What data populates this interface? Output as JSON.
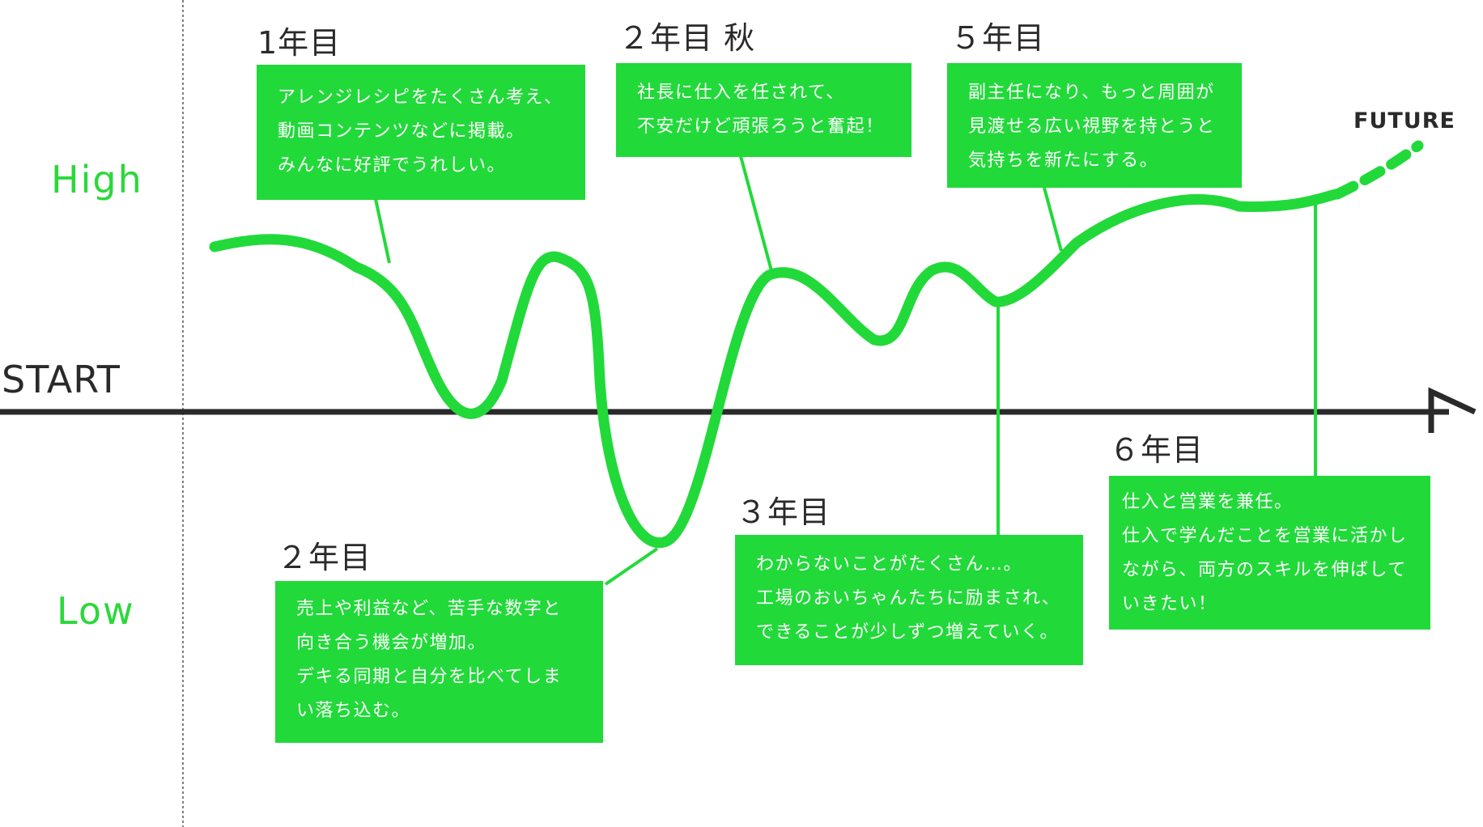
{
  "axis": {
    "high_label": "High",
    "low_label": "Low",
    "start_label": "START",
    "future_label": "FUTURE"
  },
  "colors": {
    "accent": "#22d93a",
    "axis": "#2a2a2a",
    "box_text": "#ffffff"
  },
  "milestones": [
    {
      "period": "1年目",
      "lines": [
        "アレンジレシピをたくさん考え、",
        "動画コンテンツなどに掲載。",
        "みんなに好評でうれしい。"
      ]
    },
    {
      "period": "２年目",
      "lines": [
        "売上や利益など、苦手な数字と",
        "向き合う機会が増加。",
        "デキる同期と自分を比べてしま",
        "い落ち込む。"
      ]
    },
    {
      "period": "２年目 秋",
      "lines": [
        "社長に仕入を任されて、",
        "不安だけど頑張ろうと奮起！"
      ]
    },
    {
      "period": "３年目",
      "lines": [
        "わからないことがたくさん…。",
        "工場のおいちゃんたちに励まされ、",
        "できることが少しずつ増えていく。"
      ]
    },
    {
      "period": "５年目",
      "lines": [
        "副主任になり、もっと周囲が",
        "見渡せる広い視野を持とうと",
        "気持ちを新たにする。"
      ]
    },
    {
      "period": "６年目",
      "lines": [
        "仕入と営業を兼任。",
        "仕入で学んだことを営業に活かし",
        "ながら、両方のスキルを伸ばして",
        "いきたい！"
      ]
    }
  ]
}
